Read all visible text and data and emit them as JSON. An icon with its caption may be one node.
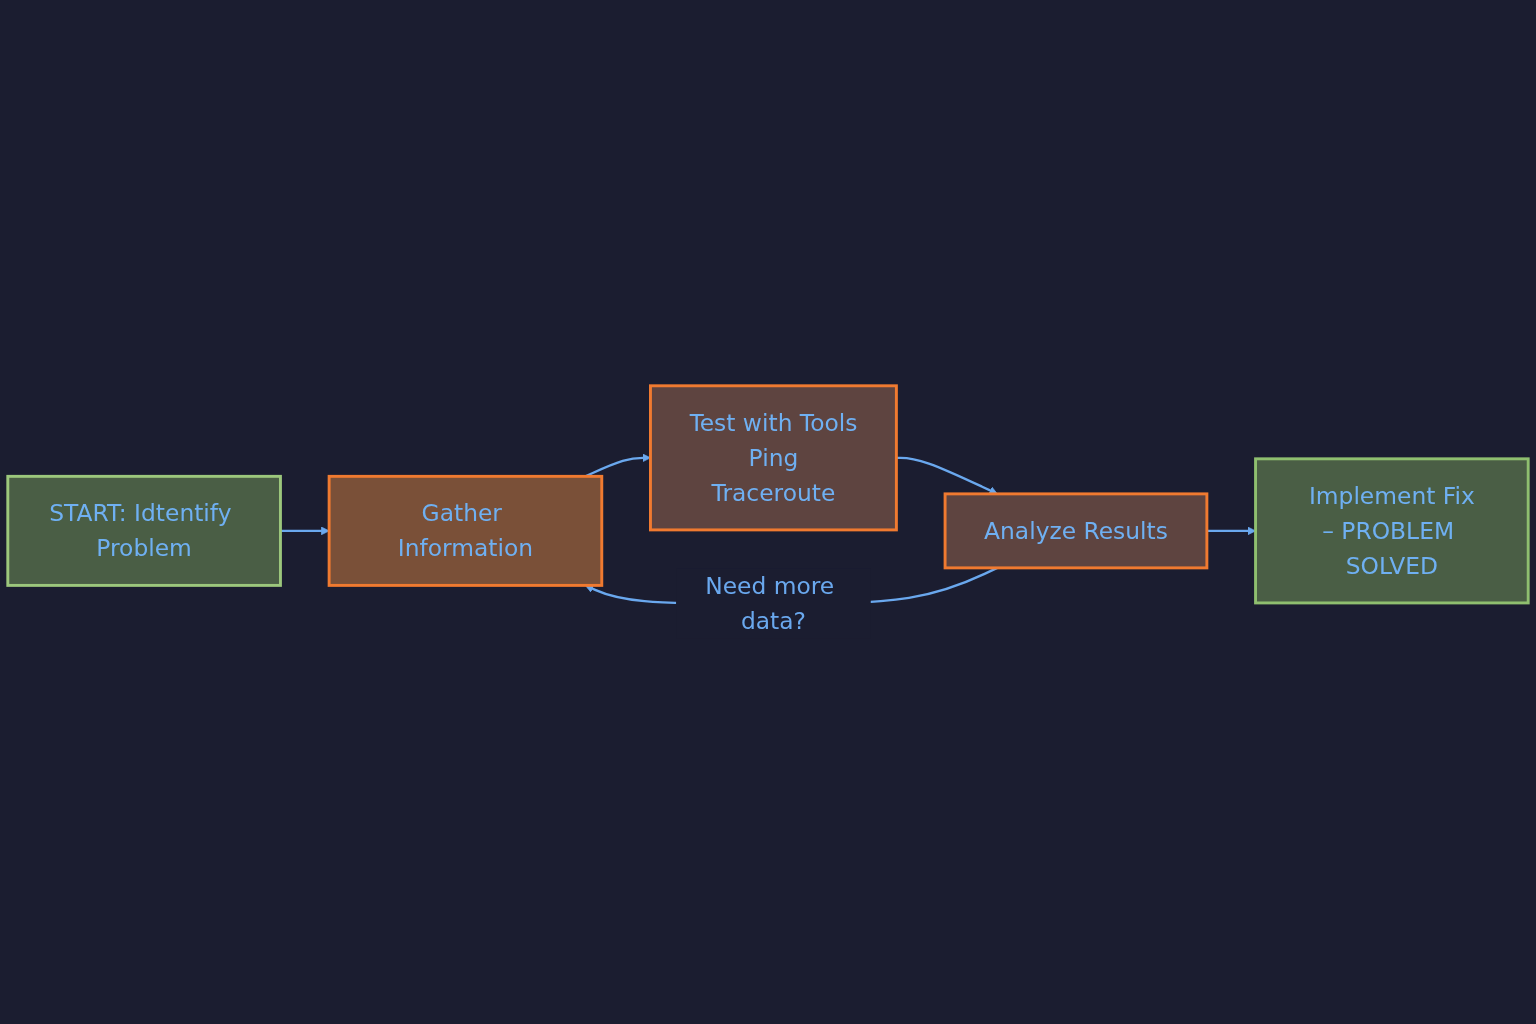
{
  "diagram": {
    "nodes": [
      {
        "text": [
          "START: Idtentify Problem"
        ]
      },
      {
        "text": [
          "Gather Information"
        ]
      },
      {
        "text": [
          "Test with Tools",
          "Ping",
          "Traceroute"
        ]
      },
      {
        "text": [
          "Analyze Results"
        ]
      },
      {
        "text": [
          "Implement Fix",
          "– PROBLEM SOLVED"
        ]
      }
    ],
    "edges": [
      {
        "from": 0,
        "to": 1,
        "arrow": "to"
      },
      {
        "from": 1,
        "to": 2,
        "arrow": "to"
      },
      {
        "from": 2,
        "to": 3,
        "arrow": "to"
      },
      {
        "from": 3,
        "to": 4,
        "arrow": "to"
      },
      {
        "from": 3,
        "to": 1,
        "arrow": "to",
        "label": "Need more data?"
      }
    ]
  }
}
